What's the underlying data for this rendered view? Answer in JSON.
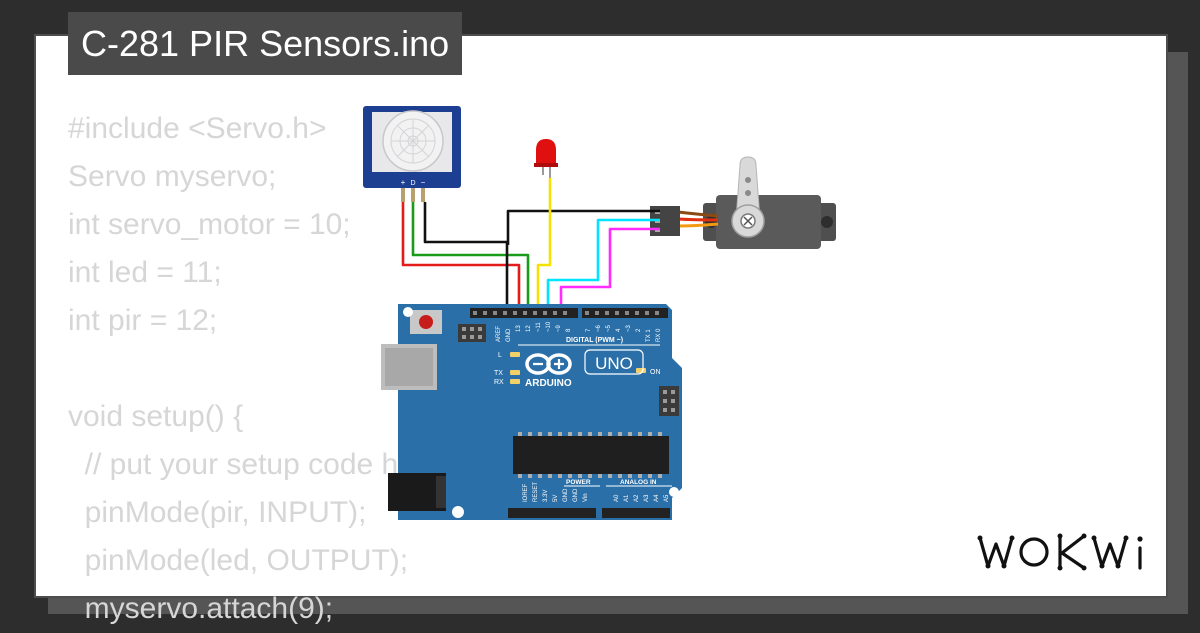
{
  "project": {
    "title": "C-281 PIR Sensors.ino"
  },
  "code_lines": [
    "#include <Servo.h>",
    "Servo myservo;",
    "int servo_motor = 10;",
    "int led = 11;",
    "int pir = 12;",
    "",
    "void setup() {",
    "  // put your setup code here, to run once:",
    "  pinMode(pir, INPUT);",
    "  pinMode(led, OUTPUT);",
    "  myservo.attach(9);"
  ],
  "pir_sensor": {
    "pin_labels": [
      "+",
      "D",
      "−"
    ]
  },
  "arduino": {
    "model": "UNO",
    "brand": "ARDUINO",
    "digital_header": "DIGITAL (PWM ~)",
    "on_label": "ON",
    "led_labels": [
      "L",
      "TX",
      "RX"
    ],
    "top_pins": [
      "AREF",
      "GND",
      "13",
      "12",
      "~11",
      "~10",
      "~9",
      "8",
      "7",
      "~6",
      "~5",
      "4",
      "~3",
      "2",
      "TX 1",
      "RX 0"
    ],
    "power_header": "POWER",
    "analog_header": "ANALOG IN",
    "power_pins": [
      "IOREF",
      "RESET",
      "3.3V",
      "5V",
      "GND",
      "GND",
      "Vin"
    ],
    "analog_pins": [
      "A0",
      "A1",
      "A2",
      "A3",
      "A4",
      "A5"
    ]
  },
  "wire_colors": {
    "power": "#e31b1b",
    "ground": "#111111",
    "signal_pir": "#1a9c1a",
    "led": "#f5e200",
    "servo_pwm": "#00e5ff",
    "servo_ctrl": "#ff2bff"
  },
  "colors": {
    "board": "#2a6fa8",
    "led": "#e01010",
    "servo_body": "#5a5a5a"
  },
  "brand_logo": "WOKWI"
}
